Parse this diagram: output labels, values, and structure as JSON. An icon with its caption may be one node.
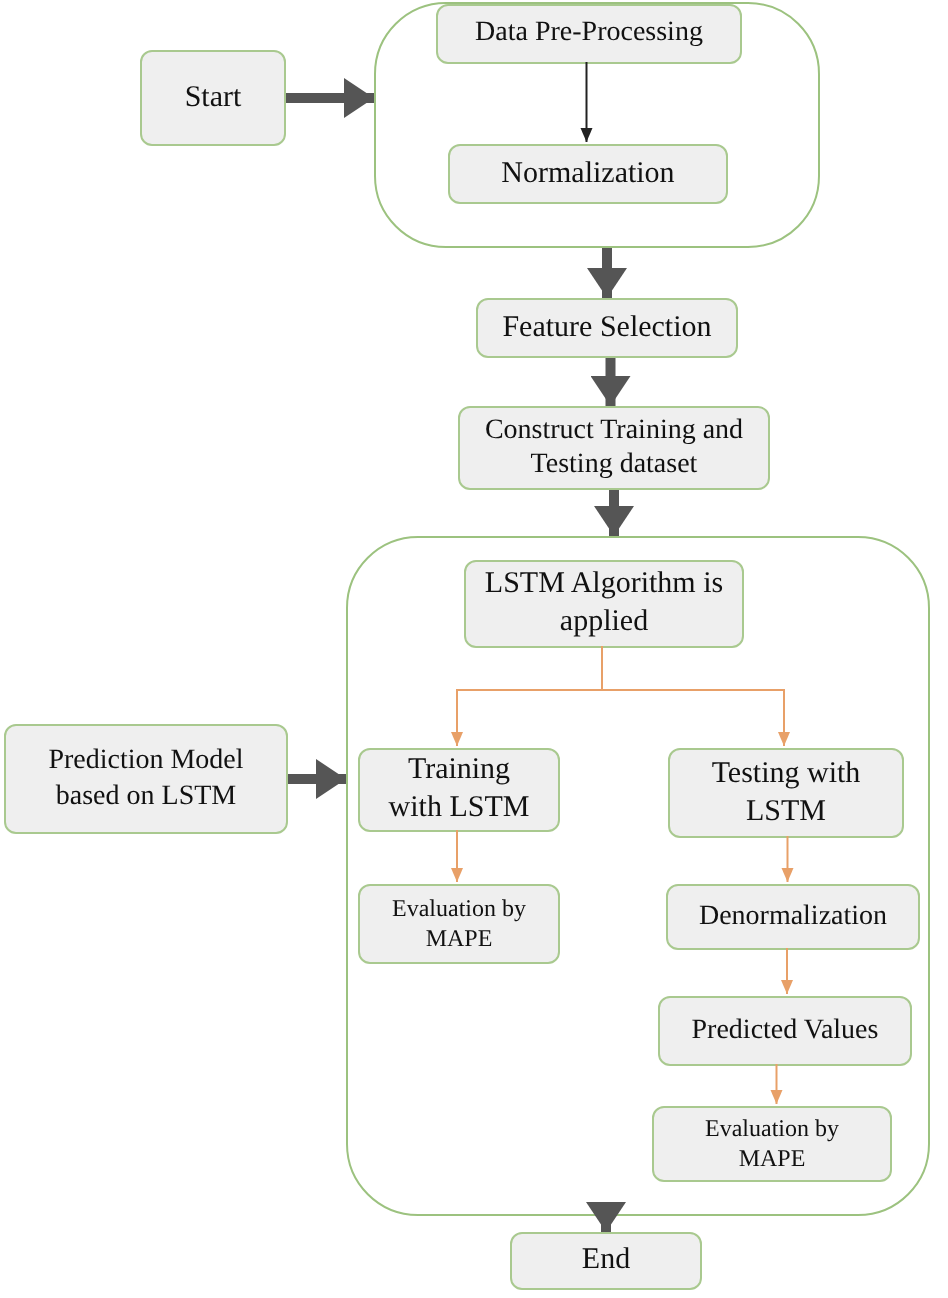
{
  "diagram": {
    "nodes": [
      {
        "text": [],
        "shape": "box"
      },
      {
        "text": [
          "Data Pre-Processing"
        ],
        "in": 0
      },
      {
        "text": [
          "Normalization"
        ],
        "in": 0
      },
      {
        "text": [
          "Start"
        ]
      },
      {
        "text": [
          "Feature Selection"
        ]
      },
      {
        "text": [
          "Construct Training and Testing dataset"
        ]
      },
      {
        "text": [],
        "shape": "box"
      },
      {
        "text": [
          "LSTM Algorithm is applied"
        ],
        "in": 6
      },
      {
        "text": [
          "Prediction Model based on LSTM"
        ]
      },
      {
        "text": [
          "Training with LSTM"
        ],
        "in": 6
      },
      {
        "text": [
          "Testing with LSTM"
        ],
        "in": 6
      },
      {
        "text": [
          "Evaluation by MAPE"
        ],
        "in": 6
      },
      {
        "text": [
          "Denormalization"
        ],
        "in": 6
      },
      {
        "text": [
          "Predicted Values"
        ],
        "in": 6
      },
      {
        "text": [
          "Evaluation by MAPE"
        ],
        "in": 6
      },
      {
        "text": [
          "End"
        ]
      }
    ],
    "edges": [
      {
        "from": 3,
        "to": 0,
        "arrow": "to",
        "style": "thick"
      },
      {
        "from": 1,
        "to": 2,
        "arrow": "to",
        "color": "#222222"
      },
      {
        "from": 0,
        "to": 4,
        "arrow": "to",
        "style": "thick"
      },
      {
        "from": 4,
        "to": 5,
        "arrow": "to",
        "style": "thick"
      },
      {
        "from": 5,
        "to": 6,
        "arrow": "to",
        "style": "thick"
      },
      {
        "from": 7,
        "to": 9,
        "arrow": "to",
        "color": "#e8a068"
      },
      {
        "from": 7,
        "to": 10,
        "arrow": "to",
        "color": "#e8a068"
      },
      {
        "from": 8,
        "to": 6,
        "arrow": "to",
        "style": "thick"
      },
      {
        "from": 9,
        "to": 11,
        "arrow": "to",
        "color": "#e8a068"
      },
      {
        "from": 10,
        "to": 12,
        "arrow": "to",
        "color": "#e8a068"
      },
      {
        "from": 12,
        "to": 13,
        "arrow": "to",
        "color": "#e8a068"
      },
      {
        "from": 13,
        "to": 14,
        "arrow": "to",
        "color": "#e8a068"
      },
      {
        "from": 6,
        "to": 15,
        "arrow": "to",
        "style": "thick"
      }
    ]
  }
}
